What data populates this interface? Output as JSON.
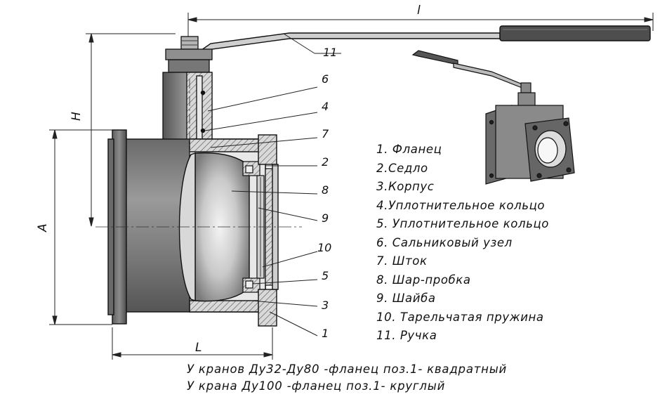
{
  "dimensions": {
    "l": "l",
    "H": "H",
    "A": "A",
    "L": "L"
  },
  "callouts": [
    "11",
    "6",
    "4",
    "7",
    "2",
    "8",
    "9",
    "10",
    "5",
    "3",
    "1"
  ],
  "legend": [
    "1. Фланец",
    "2.Седло",
    "3.Корпус",
    "4.Уплотнительное кольцо",
    "5. Уплотнительное кольцо",
    "6. Сальниковый узел",
    "7. Шток",
    "8. Шар-пробка",
    "9. Шайба",
    "10. Тарельчатая пружина",
    "11. Ручка"
  ],
  "notes": [
    "У кранов Ду32-Ду80 -фланец поз.1- квадратный",
    "У крана Ду100 -фланец поз.1- круглый"
  ],
  "colors": {
    "body_dark": "#4a4a4a",
    "body_light": "#9a9a9a",
    "outline": "#111111"
  }
}
